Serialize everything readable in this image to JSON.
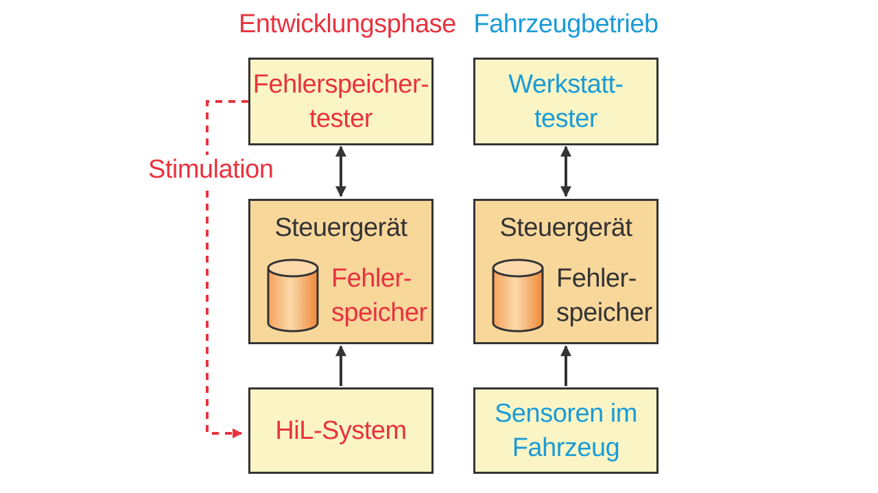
{
  "colors": {
    "dev": "#e8323e",
    "ops": "#1a9bd7",
    "text": "#333333",
    "box_light": "#fbf5c5",
    "box_orange": "#f8d79b"
  },
  "dev": {
    "heading": "Entwicklungsphase",
    "tester": "Fehlerspeicher-\ntester",
    "ecu_title": "Steuergerät",
    "memory": "Fehler-\nspeicher",
    "source": "HiL-System",
    "stimulation": "Stimulation"
  },
  "ops": {
    "heading": "Fahrzeugbetrieb",
    "tester": "Werkstatt-\ntester",
    "ecu_title": "Steuergerät",
    "memory": "Fehler-\nspeicher",
    "source": "Sensoren im\nFahrzeug"
  }
}
